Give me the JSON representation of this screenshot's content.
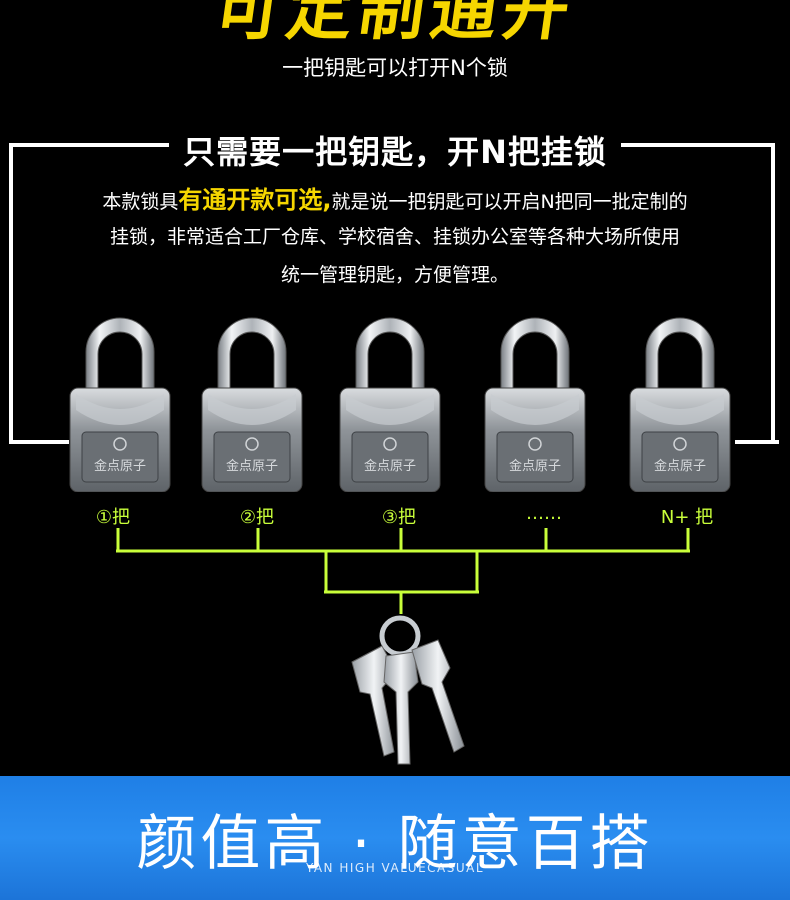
{
  "header": {
    "title": "可定制通开",
    "subtitle": "一把钥匙可以打开N个锁"
  },
  "feature_box": {
    "heading": "只需要一把钥匙，开N把挂锁",
    "line1_prefix": "本款锁具",
    "line1_highlight": "有通开款可选,",
    "line1_suffix": "就是说一把钥匙可以开启N把同一批定制的",
    "line2": "挂锁，非常适合工厂仓库、学校宿舍、挂锁办公室等各种大场所使用",
    "line3": "统一管理钥匙，方便管理。"
  },
  "locks": [
    {
      "label": "①把",
      "brand": "金点原子"
    },
    {
      "label": "②把",
      "brand": "金点原子"
    },
    {
      "label": "③把",
      "brand": "金点原子"
    },
    {
      "label": "……",
      "brand": "金点原子"
    },
    {
      "label": "N+ 把",
      "brand": "金点原子"
    }
  ],
  "banner": {
    "title": "颜值高 · 随意百搭",
    "subtitle": "YAN HIGH VALUECASUAL"
  },
  "colors": {
    "accent_yellow": "#f6d600",
    "connector_green": "#c9ff3a",
    "banner_blue": "#1f7fe6"
  }
}
